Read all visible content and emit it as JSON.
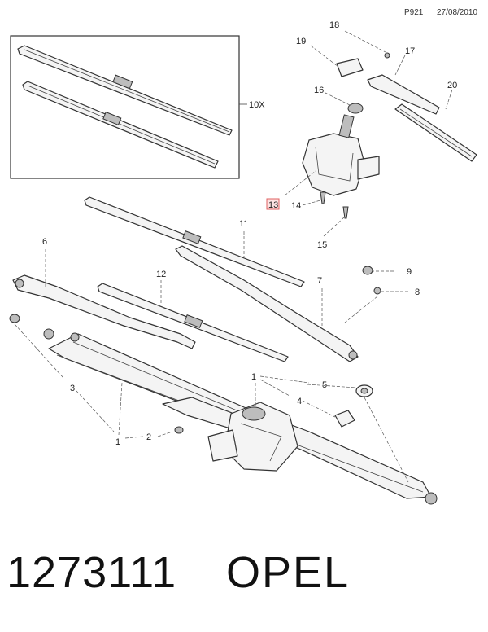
{
  "header": {
    "page_code": "P921",
    "date": "27/08/2010"
  },
  "footer": {
    "part_number": "1273111",
    "brand": "OPEL"
  },
  "callouts": {
    "c1a": "1",
    "c1b": "1",
    "c2": "2",
    "c3": "3",
    "c4": "4",
    "c5": "5",
    "c6": "6",
    "c7": "7",
    "c8": "8",
    "c9": "9",
    "c10x": "10X",
    "c11": "11",
    "c12": "12",
    "c13": "13",
    "c14": "14",
    "c15": "15",
    "c16": "16",
    "c17": "17",
    "c18": "18",
    "c19": "19",
    "c20": "20"
  },
  "colors": {
    "highlight_border": "#e06060",
    "highlight_fill": "#fde4e4"
  }
}
